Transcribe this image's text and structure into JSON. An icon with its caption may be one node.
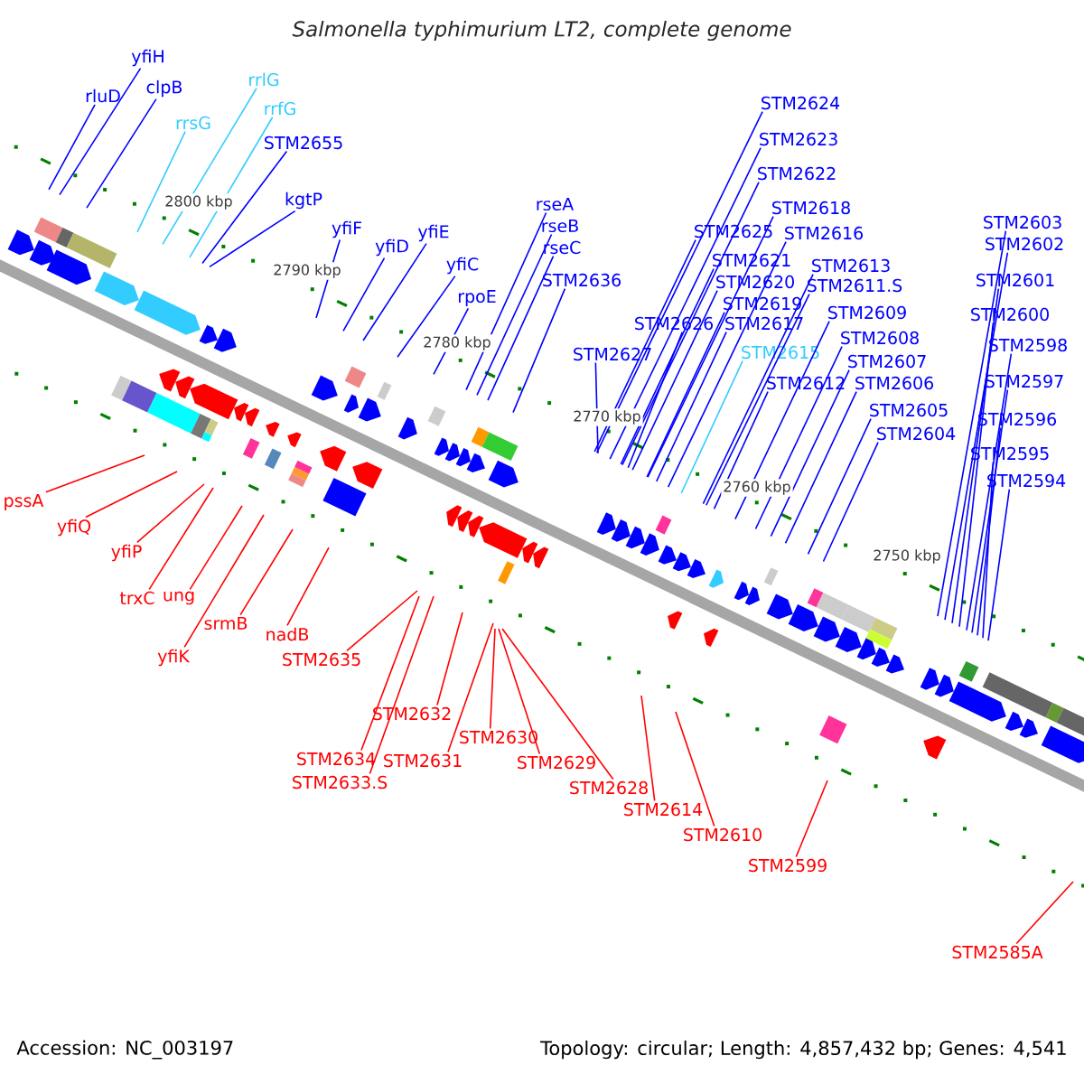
{
  "diagram": {
    "title": "Salmonella typhimurium LT2, complete genome",
    "nodes": [
      {
        "text": [
          "yfiH"
        ]
      },
      {
        "text": [
          "rluD"
        ]
      },
      {
        "text": [
          "clpB"
        ]
      },
      {
        "text": [
          "rrsG"
        ]
      },
      {
        "text": [
          "rrlG"
        ]
      },
      {
        "text": [
          "rrfG"
        ]
      },
      {
        "text": [
          "STM2655"
        ]
      },
      {
        "text": [
          "kgtP"
        ]
      },
      {
        "text": [
          "yfiF"
        ]
      },
      {
        "text": [
          "yfiD"
        ]
      },
      {
        "text": [
          "yfiE"
        ]
      },
      {
        "text": [
          "yfiC"
        ]
      },
      {
        "text": [
          "rpoE"
        ]
      },
      {
        "text": [
          "rseA"
        ]
      },
      {
        "text": [
          "rseB"
        ]
      },
      {
        "text": [
          "rseC"
        ]
      },
      {
        "text": [
          "STM2636"
        ]
      },
      {
        "text": [
          "STM2624"
        ]
      },
      {
        "text": [
          "STM2623"
        ]
      },
      {
        "text": [
          "STM2622"
        ]
      },
      {
        "text": [
          "STM2618"
        ]
      },
      {
        "text": [
          "STM2625"
        ]
      },
      {
        "text": [
          "STM2616"
        ]
      },
      {
        "text": [
          "STM2621"
        ]
      },
      {
        "text": [
          "STM2613"
        ]
      },
      {
        "text": [
          "STM2620"
        ]
      },
      {
        "text": [
          "STM2611.S"
        ]
      },
      {
        "text": [
          "STM2619"
        ]
      },
      {
        "text": [
          "STM2609"
        ]
      },
      {
        "text": [
          "STM2626"
        ]
      },
      {
        "text": [
          "STM2617"
        ]
      },
      {
        "text": [
          "STM2608"
        ]
      },
      {
        "text": [
          "STM2627"
        ]
      },
      {
        "text": [
          "STM2615"
        ]
      },
      {
        "text": [
          "STM2607"
        ]
      },
      {
        "text": [
          "STM2612"
        ]
      },
      {
        "text": [
          "STM2606"
        ]
      },
      {
        "text": [
          "STM2605"
        ]
      },
      {
        "text": [
          "STM2604"
        ]
      },
      {
        "text": [
          "STM2603"
        ]
      },
      {
        "text": [
          "STM2602"
        ]
      },
      {
        "text": [
          "STM2601"
        ]
      },
      {
        "text": [
          "STM2600"
        ]
      },
      {
        "text": [
          "STM2598"
        ]
      },
      {
        "text": [
          "STM2597"
        ]
      },
      {
        "text": [
          "STM2596"
        ]
      },
      {
        "text": [
          "STM2595"
        ]
      },
      {
        "text": [
          "STM2594"
        ]
      },
      {
        "text": [
          "pssA"
        ]
      },
      {
        "text": [
          "yfiQ"
        ]
      },
      {
        "text": [
          "yfiP"
        ]
      },
      {
        "text": [
          "trxC"
        ]
      },
      {
        "text": [
          "ung"
        ]
      },
      {
        "text": [
          "srmB"
        ]
      },
      {
        "text": [
          "yfiK"
        ]
      },
      {
        "text": [
          "nadB"
        ]
      },
      {
        "text": [
          "STM2635"
        ]
      },
      {
        "text": [
          "STM2634"
        ]
      },
      {
        "text": [
          "STM2633.S"
        ]
      },
      {
        "text": [
          "STM2632"
        ]
      },
      {
        "text": [
          "STM2631"
        ]
      },
      {
        "text": [
          "STM2630"
        ]
      },
      {
        "text": [
          "STM2629"
        ]
      },
      {
        "text": [
          "STM2628"
        ]
      },
      {
        "text": [
          "STM2614"
        ]
      },
      {
        "text": [
          "STM2610"
        ]
      },
      {
        "text": [
          "STM2599"
        ]
      },
      {
        "text": [
          "STM2585A"
        ]
      }
    ],
    "edges": [
      {
        "from": 0,
        "to": null,
        "arrow": "none"
      },
      {
        "from": 1,
        "to": null,
        "arrow": "none"
      },
      {
        "from": 2,
        "to": null,
        "arrow": "none"
      },
      {
        "from": 3,
        "to": null,
        "arrow": "none",
        "color": "#33ccff"
      },
      {
        "from": 4,
        "to": null,
        "arrow": "none",
        "color": "#33ccff"
      },
      {
        "from": 5,
        "to": null,
        "arrow": "none",
        "color": "#33ccff"
      },
      {
        "from": 6,
        "to": null,
        "arrow": "none"
      },
      {
        "from": 7,
        "to": null,
        "arrow": "none"
      },
      {
        "from": 8,
        "to": null,
        "arrow": "none"
      },
      {
        "from": 9,
        "to": null,
        "arrow": "none"
      },
      {
        "from": 10,
        "to": null,
        "arrow": "none"
      },
      {
        "from": 11,
        "to": null,
        "arrow": "none"
      },
      {
        "from": 12,
        "to": null,
        "arrow": "none"
      },
      {
        "from": 13,
        "to": null,
        "arrow": "none"
      },
      {
        "from": 14,
        "to": null,
        "arrow": "none"
      },
      {
        "from": 15,
        "to": null,
        "arrow": "none"
      },
      {
        "from": 16,
        "to": null,
        "arrow": "none"
      },
      {
        "from": 17,
        "to": null,
        "arrow": "none"
      },
      {
        "from": 18,
        "to": null,
        "arrow": "none"
      },
      {
        "from": 19,
        "to": null,
        "arrow": "none"
      },
      {
        "from": 20,
        "to": null,
        "arrow": "none"
      },
      {
        "from": 21,
        "to": null,
        "arrow": "none"
      },
      {
        "from": 22,
        "to": null,
        "arrow": "none"
      },
      {
        "from": 23,
        "to": null,
        "arrow": "none"
      },
      {
        "from": 24,
        "to": null,
        "arrow": "none"
      },
      {
        "from": 25,
        "to": null,
        "arrow": "none"
      },
      {
        "from": 26,
        "to": null,
        "arrow": "none"
      },
      {
        "from": 27,
        "to": null,
        "arrow": "none"
      },
      {
        "from": 28,
        "to": null,
        "arrow": "none"
      },
      {
        "from": 29,
        "to": null,
        "arrow": "none"
      },
      {
        "from": 30,
        "to": null,
        "arrow": "none"
      },
      {
        "from": 31,
        "to": null,
        "arrow": "none"
      },
      {
        "from": 32,
        "to": null,
        "arrow": "none"
      },
      {
        "from": 33,
        "to": null,
        "arrow": "none",
        "color": "#33ccff"
      },
      {
        "from": 34,
        "to": null,
        "arrow": "none"
      },
      {
        "from": 35,
        "to": null,
        "arrow": "none"
      },
      {
        "from": 36,
        "to": null,
        "arrow": "none"
      },
      {
        "from": 37,
        "to": null,
        "arrow": "none"
      },
      {
        "from": 38,
        "to": null,
        "arrow": "none"
      },
      {
        "from": 39,
        "to": null,
        "arrow": "none"
      },
      {
        "from": 40,
        "to": null,
        "arrow": "none"
      },
      {
        "from": 41,
        "to": null,
        "arrow": "none"
      },
      {
        "from": 42,
        "to": null,
        "arrow": "none"
      },
      {
        "from": 43,
        "to": null,
        "arrow": "none"
      },
      {
        "from": 44,
        "to": null,
        "arrow": "none"
      },
      {
        "from": 45,
        "to": null,
        "arrow": "none"
      },
      {
        "from": 46,
        "to": null,
        "arrow": "none"
      },
      {
        "from": 47,
        "to": null,
        "arrow": "none"
      },
      {
        "from": 48,
        "to": null,
        "arrow": "none",
        "color": "#ff0000"
      },
      {
        "from": 49,
        "to": null,
        "arrow": "none",
        "color": "#ff0000"
      },
      {
        "from": 50,
        "to": null,
        "arrow": "none",
        "color": "#ff0000"
      },
      {
        "from": 51,
        "to": null,
        "arrow": "none",
        "color": "#ff0000"
      },
      {
        "from": 52,
        "to": null,
        "arrow": "none",
        "color": "#ff0000"
      },
      {
        "from": 53,
        "to": null,
        "arrow": "none",
        "color": "#ff0000"
      },
      {
        "from": 54,
        "to": null,
        "arrow": "none",
        "color": "#ff0000"
      },
      {
        "from": 55,
        "to": null,
        "arrow": "none",
        "color": "#ff0000"
      },
      {
        "from": 56,
        "to": null,
        "arrow": "none",
        "color": "#ff0000"
      },
      {
        "from": 57,
        "to": null,
        "arrow": "none",
        "color": "#ff0000"
      },
      {
        "from": 58,
        "to": null,
        "arrow": "none",
        "color": "#ff0000"
      },
      {
        "from": 59,
        "to": null,
        "arrow": "none",
        "color": "#ff0000"
      },
      {
        "from": 60,
        "to": null,
        "arrow": "none",
        "color": "#ff0000"
      },
      {
        "from": 61,
        "to": null,
        "arrow": "none",
        "color": "#ff0000"
      },
      {
        "from": 62,
        "to": null,
        "arrow": "none",
        "color": "#ff0000"
      },
      {
        "from": 63,
        "to": null,
        "arrow": "none",
        "color": "#ff0000"
      },
      {
        "from": 64,
        "to": null,
        "arrow": "none",
        "color": "#ff0000"
      },
      {
        "from": 65,
        "to": null,
        "arrow": "none",
        "color": "#ff0000"
      },
      {
        "from": 66,
        "to": null,
        "arrow": "none",
        "color": "#ff0000"
      },
      {
        "from": 67,
        "to": null,
        "arrow": "none",
        "color": "#ff0000"
      }
    ],
    "labels": [
      "2800 kbp",
      "2790 kbp",
      "2780 kbp",
      "2770 kbp",
      "2760 kbp",
      "2750 kbp",
      "Accession: NC_003197",
      "Topology: circular; Length: 4,857,432 bp; Genes: 4,541"
    ]
  }
}
